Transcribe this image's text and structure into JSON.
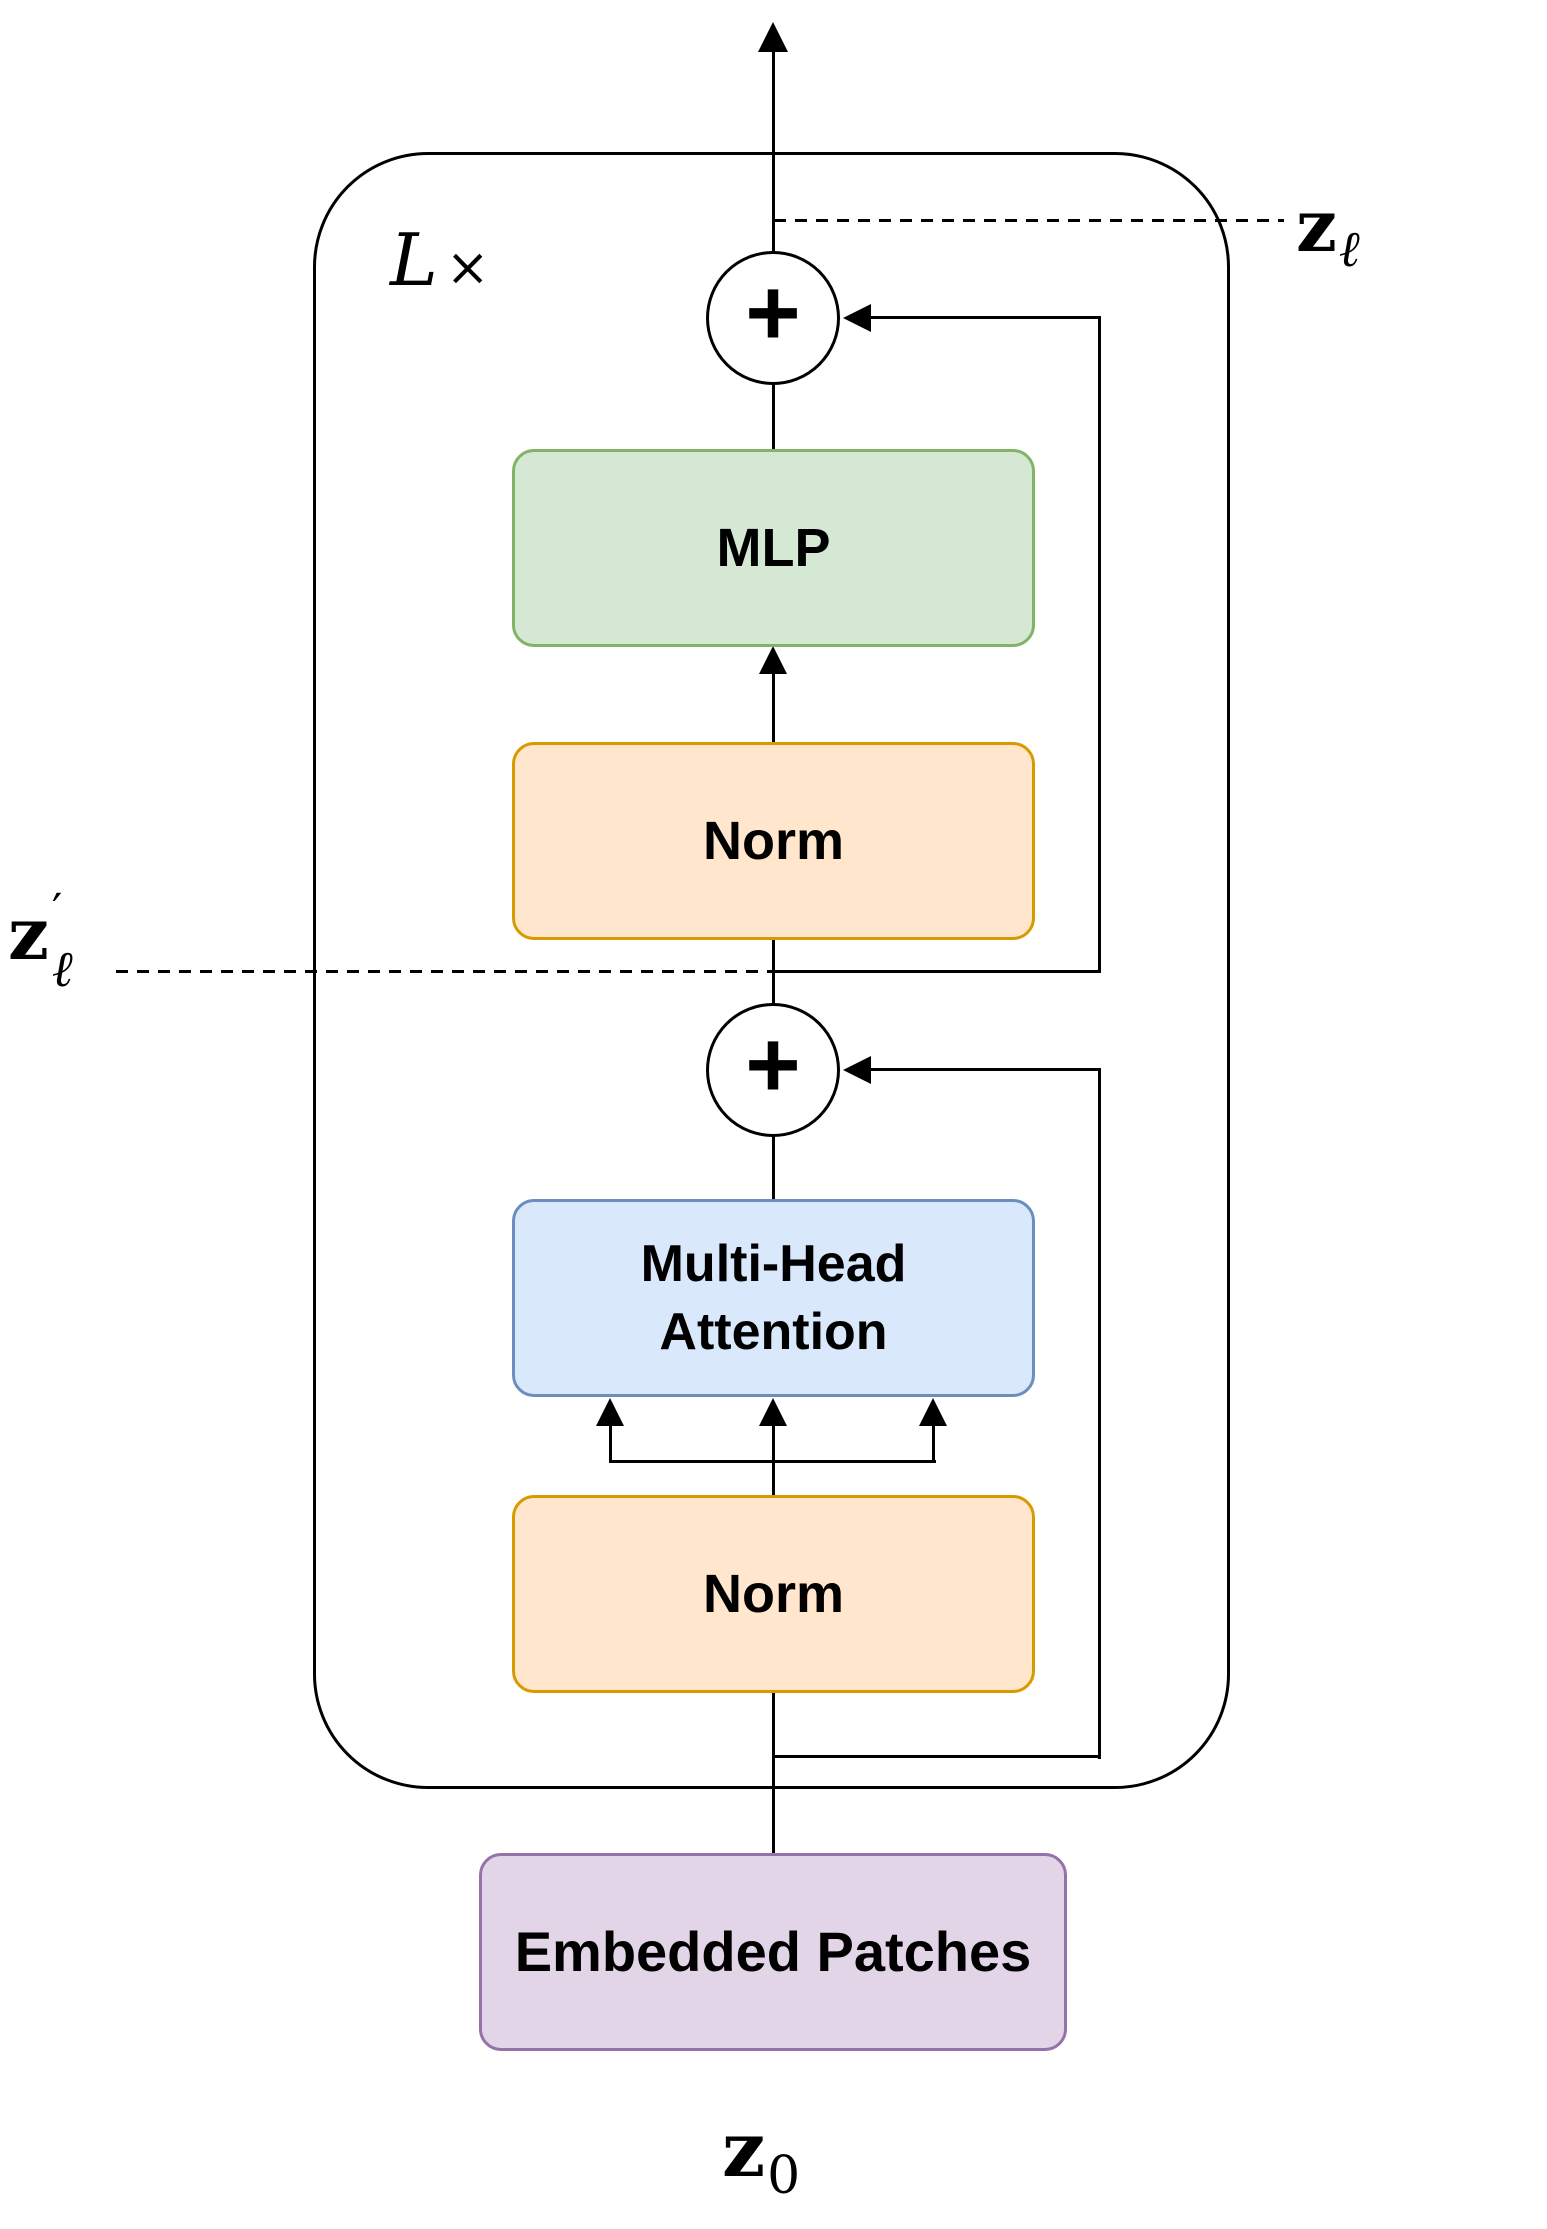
{
  "diagram": {
    "description": "Transformer encoder block diagram",
    "loop": {
      "label": "L",
      "times": "×"
    },
    "labels": {
      "top_output": {
        "base": "z",
        "sub": "ℓ"
      },
      "intermediate": {
        "base": "z",
        "prime": "′",
        "sub": "ℓ"
      },
      "bottom_input": {
        "base": "z",
        "sub": "0"
      }
    },
    "operators": {
      "add1": "+",
      "add2": "+"
    },
    "nodes": {
      "mlp": {
        "label": "MLP",
        "fill": "#d5e8d4",
        "stroke": "#82b366"
      },
      "norm_top": {
        "label": "Norm",
        "fill": "#ffe6cc",
        "stroke": "#d79b00"
      },
      "mha": {
        "line1": "Multi-Head",
        "line2": "Attention",
        "fill": "#dae8fc",
        "stroke": "#6c8ebf"
      },
      "norm_bottom": {
        "label": "Norm",
        "fill": "#ffe6cc",
        "stroke": "#d79b00"
      },
      "embedded": {
        "label": "Embedded Patches",
        "fill": "#e1d5e7",
        "stroke": "#9673a6"
      }
    },
    "line_color": "#000000",
    "background": "#ffffff"
  }
}
